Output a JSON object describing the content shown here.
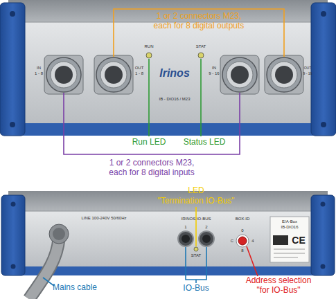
{
  "diagram": {
    "labels": [
      "1 or 2 connectors M23, each for 8 digital outputs",
      "IN",
      "1 - 8",
      "OUT",
      "1 - 8",
      "RUN",
      "Irinos",
      "IB - DIO16 / M23",
      "STAT",
      "IN",
      "9 - 16",
      "OUT",
      "9 - 16",
      "Run LED",
      "Status LED",
      "1 or 2 connectors M23, each for 8 digital inputs",
      "LED",
      "\"Termination IO-Bus\"",
      "LINE 100-240V 50/60Hz",
      "IRINOS IO-BUS",
      "1",
      "2",
      "STAT",
      "BOX-ID",
      "0",
      "4",
      "8",
      "C",
      "E/A-Box",
      "IB-DIO16",
      "CE",
      "Mains cable",
      "IO-Bus",
      "Address selection \"for IO-Bus\""
    ]
  }
}
